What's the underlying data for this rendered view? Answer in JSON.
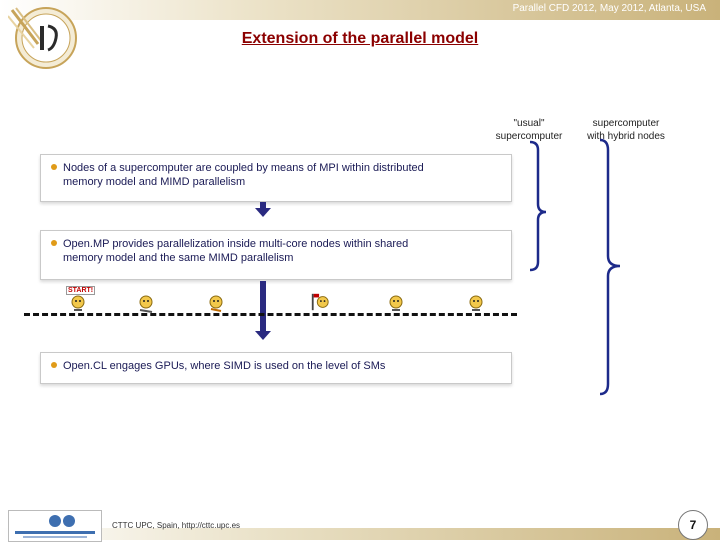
{
  "header": {
    "text": "Parallel CFD 2012, May 2012, Atlanta, USA"
  },
  "title": "Extension of the parallel model",
  "columns": [
    {
      "line1": "\"usual\"",
      "line2": "supercomputer"
    },
    {
      "line1": "supercomputer",
      "line2": "with hybrid nodes"
    }
  ],
  "bullets": [
    {
      "line1": "Nodes of a supercomputer are coupled by means of MPI within distributed",
      "line2": "memory model and MIMD parallelism"
    },
    {
      "line1": "Open.MP provides parallelization inside multi-core nodes within shared",
      "line2": "memory model and the same MIMD parallelism"
    },
    {
      "line1": "Open.CL engages GPUs, where SIMD is used on the level of SMs",
      "line2": ""
    }
  ],
  "start_sign": "START!",
  "footer": {
    "text": "CTTC UPC, Spain, http://cttc.upc.es"
  },
  "page_number": "7",
  "colors": {
    "title": "#8b0000",
    "bullet": "#e09b18",
    "arrow": "#2a2a80",
    "bracket": "#1d2a8a"
  }
}
